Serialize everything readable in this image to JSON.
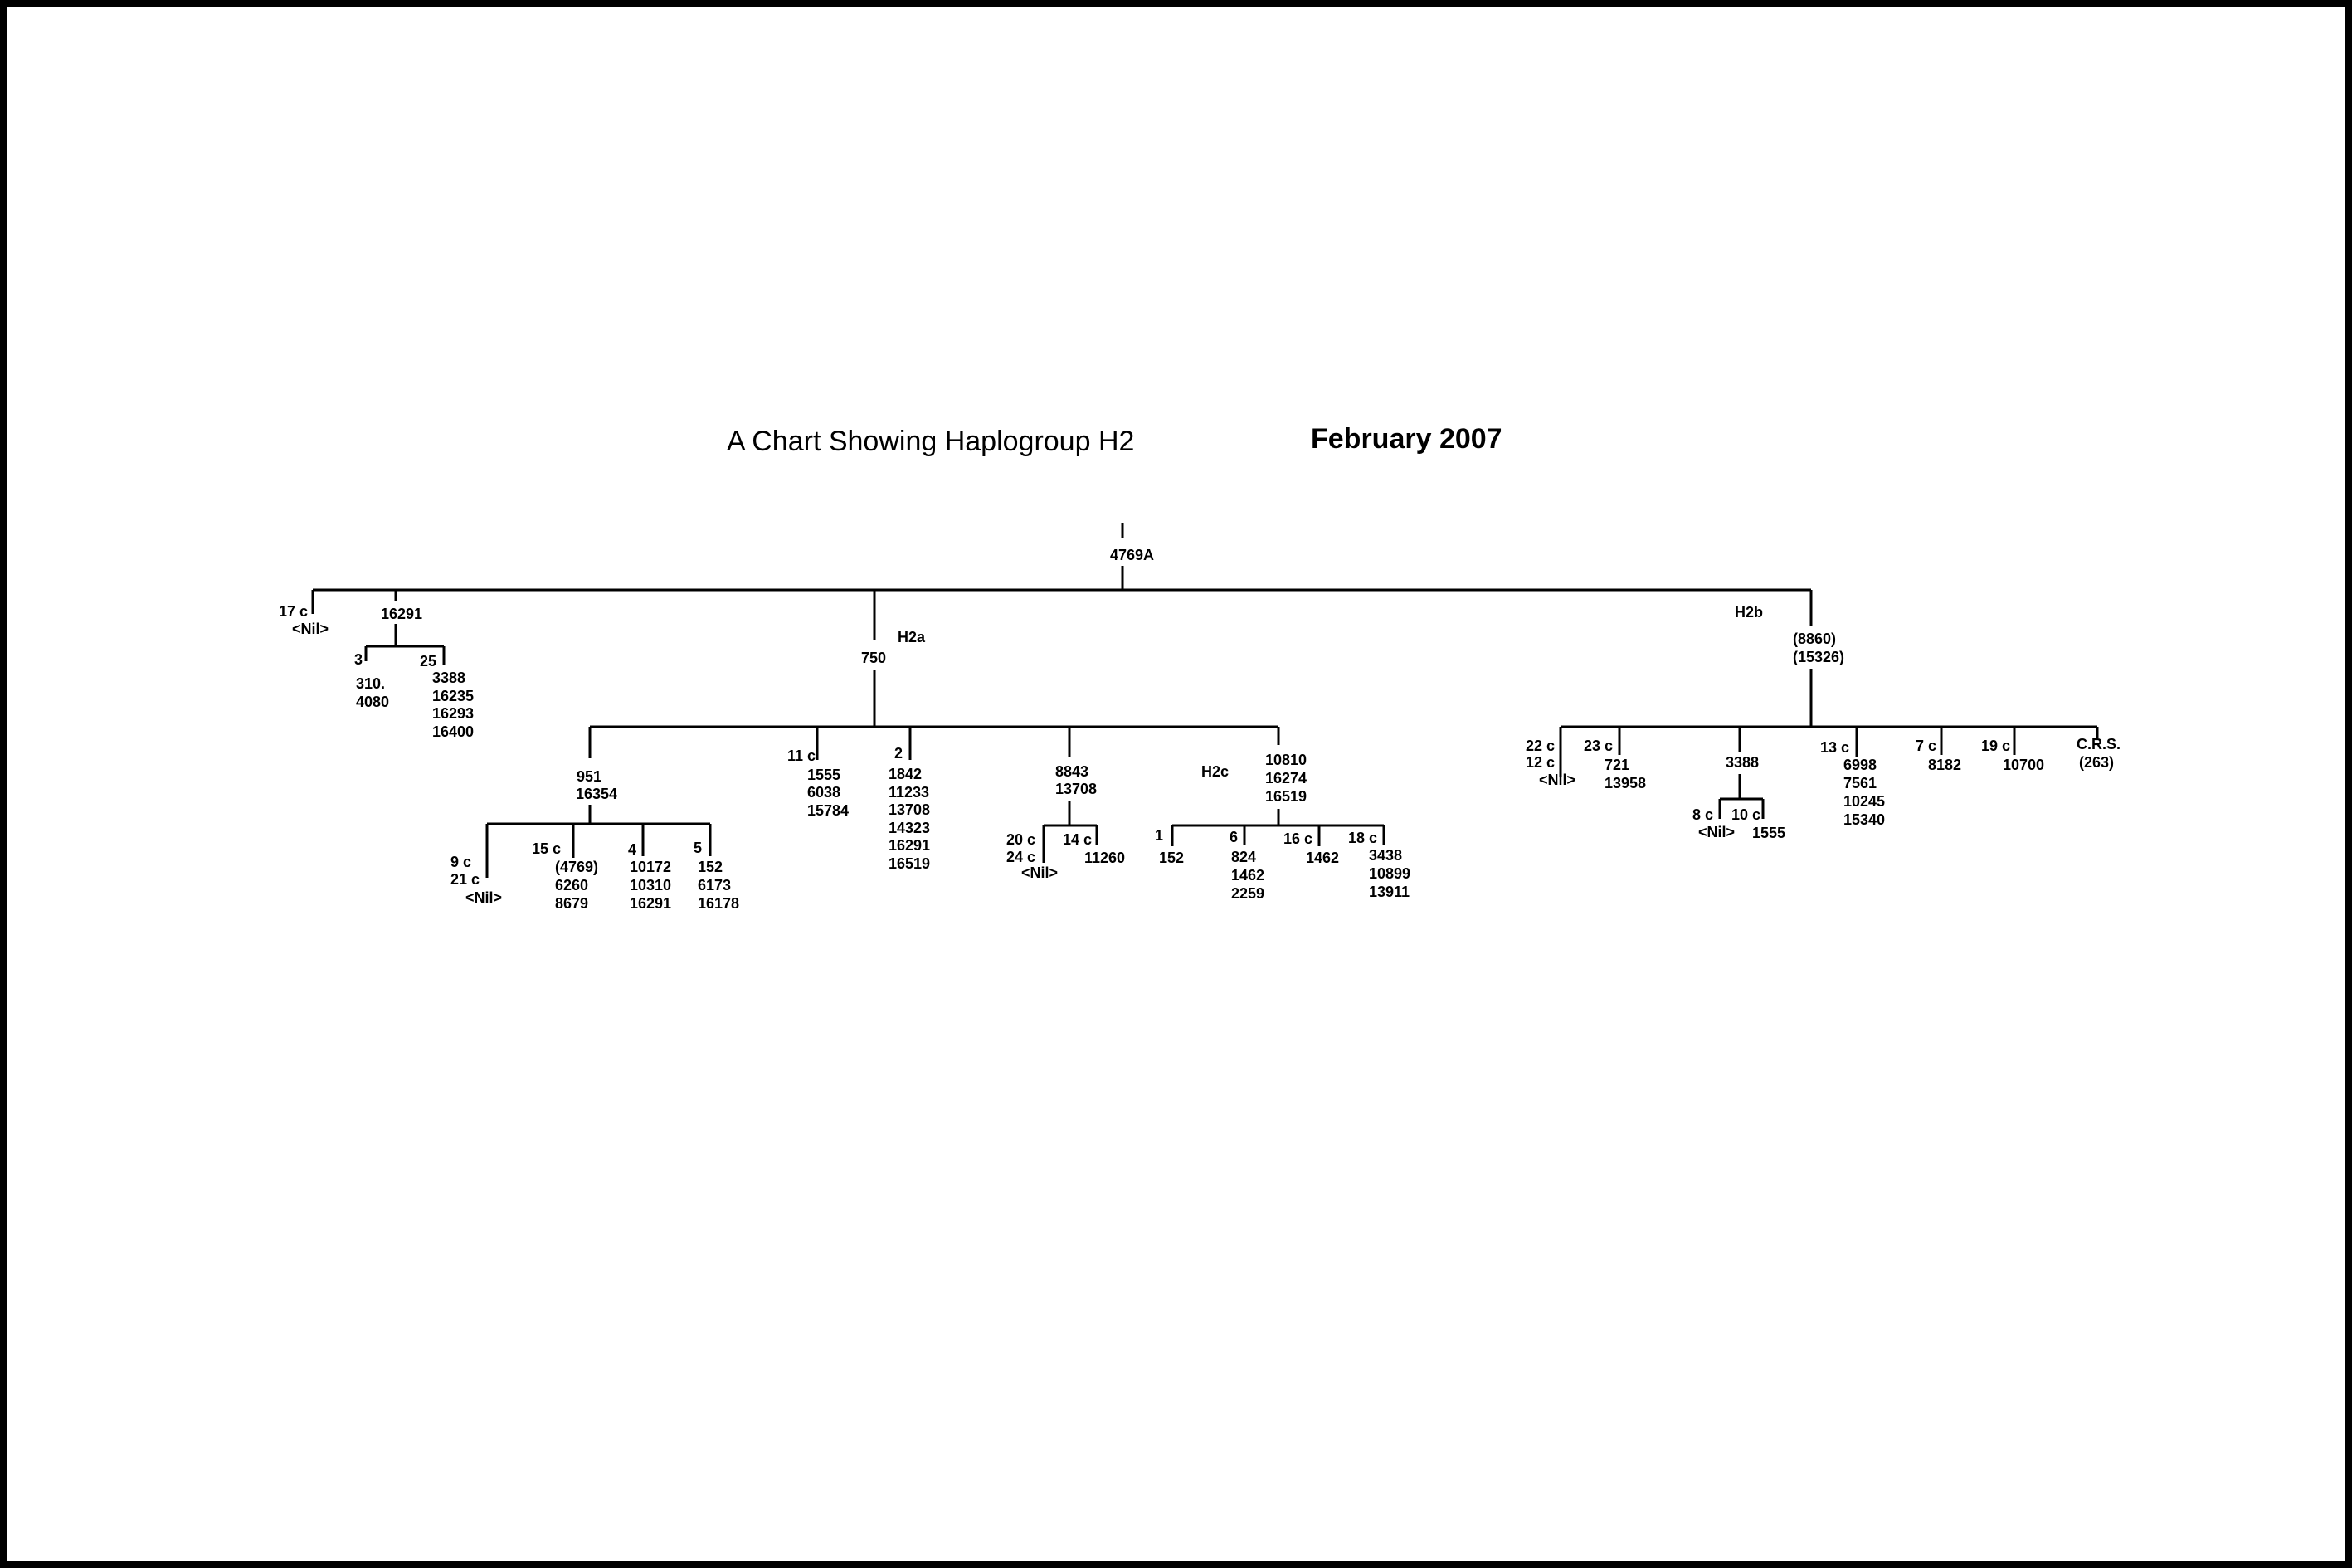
{
  "title": "A Chart Showing Haplogroup  H2",
  "date": "February  2007",
  "root": "4769A",
  "nodes": {
    "c17": "17 c",
    "c17_nil": "<Nil>",
    "n16291": "16291",
    "n3": "3",
    "n3_vals": [
      "310.",
      "4080"
    ],
    "n25": "25",
    "n25_vals": [
      "3388",
      "16235",
      "16293",
      "16400"
    ],
    "h2a": "H2a",
    "n750": "750",
    "n951": [
      "951",
      "16354"
    ],
    "c9": "9 c",
    "c21": "21 c",
    "c9_nil": "<Nil>",
    "c15": "15 c",
    "c15_vals": [
      "(4769)",
      "6260",
      "8679"
    ],
    "n4": "4",
    "n4_vals": [
      "10172",
      "10310",
      "16291"
    ],
    "n5": "5",
    "n5_vals": [
      "152",
      "6173",
      "16178"
    ],
    "c11": "11 c",
    "c11_vals": [
      "1555",
      "6038",
      "15784"
    ],
    "n2": "2",
    "n2_vals": [
      "1842",
      "11233",
      "13708",
      "14323",
      "16291",
      "16519"
    ],
    "n8843": [
      "8843",
      "13708"
    ],
    "c20": "20 c",
    "c24": "24 c",
    "c20_nil": "<Nil>",
    "c14": "14 c",
    "c14_val": "11260",
    "h2c": "H2c",
    "n10810": [
      "10810",
      "16274",
      "16519"
    ],
    "n1": "1",
    "n1_val": "152",
    "n6": "6",
    "n6_vals": [
      "824",
      "1462",
      "2259"
    ],
    "c16": "16 c",
    "c16_val": "1462",
    "c18": "18 c",
    "c18_vals": [
      "3438",
      "10899",
      "13911"
    ],
    "h2b": "H2b",
    "n8860": [
      "(8860)",
      "(15326)"
    ],
    "c22": "22 c",
    "c12": "12 c",
    "c22_nil": "<Nil>",
    "c23": "23 c",
    "c23_vals": [
      "721",
      "13958"
    ],
    "n3388": "3388",
    "c8": "8 c",
    "c8_nil": "<Nil>",
    "c10": "10 c",
    "c10_val": "1555",
    "c13": "13 c",
    "c13_vals": [
      "6998",
      "7561",
      "10245",
      "15340"
    ],
    "c7": "7 c",
    "c7_val": "8182",
    "c19": "19 c",
    "c19_val": "10700",
    "crs": "C.R.S.",
    "crs_val": "(263)"
  }
}
